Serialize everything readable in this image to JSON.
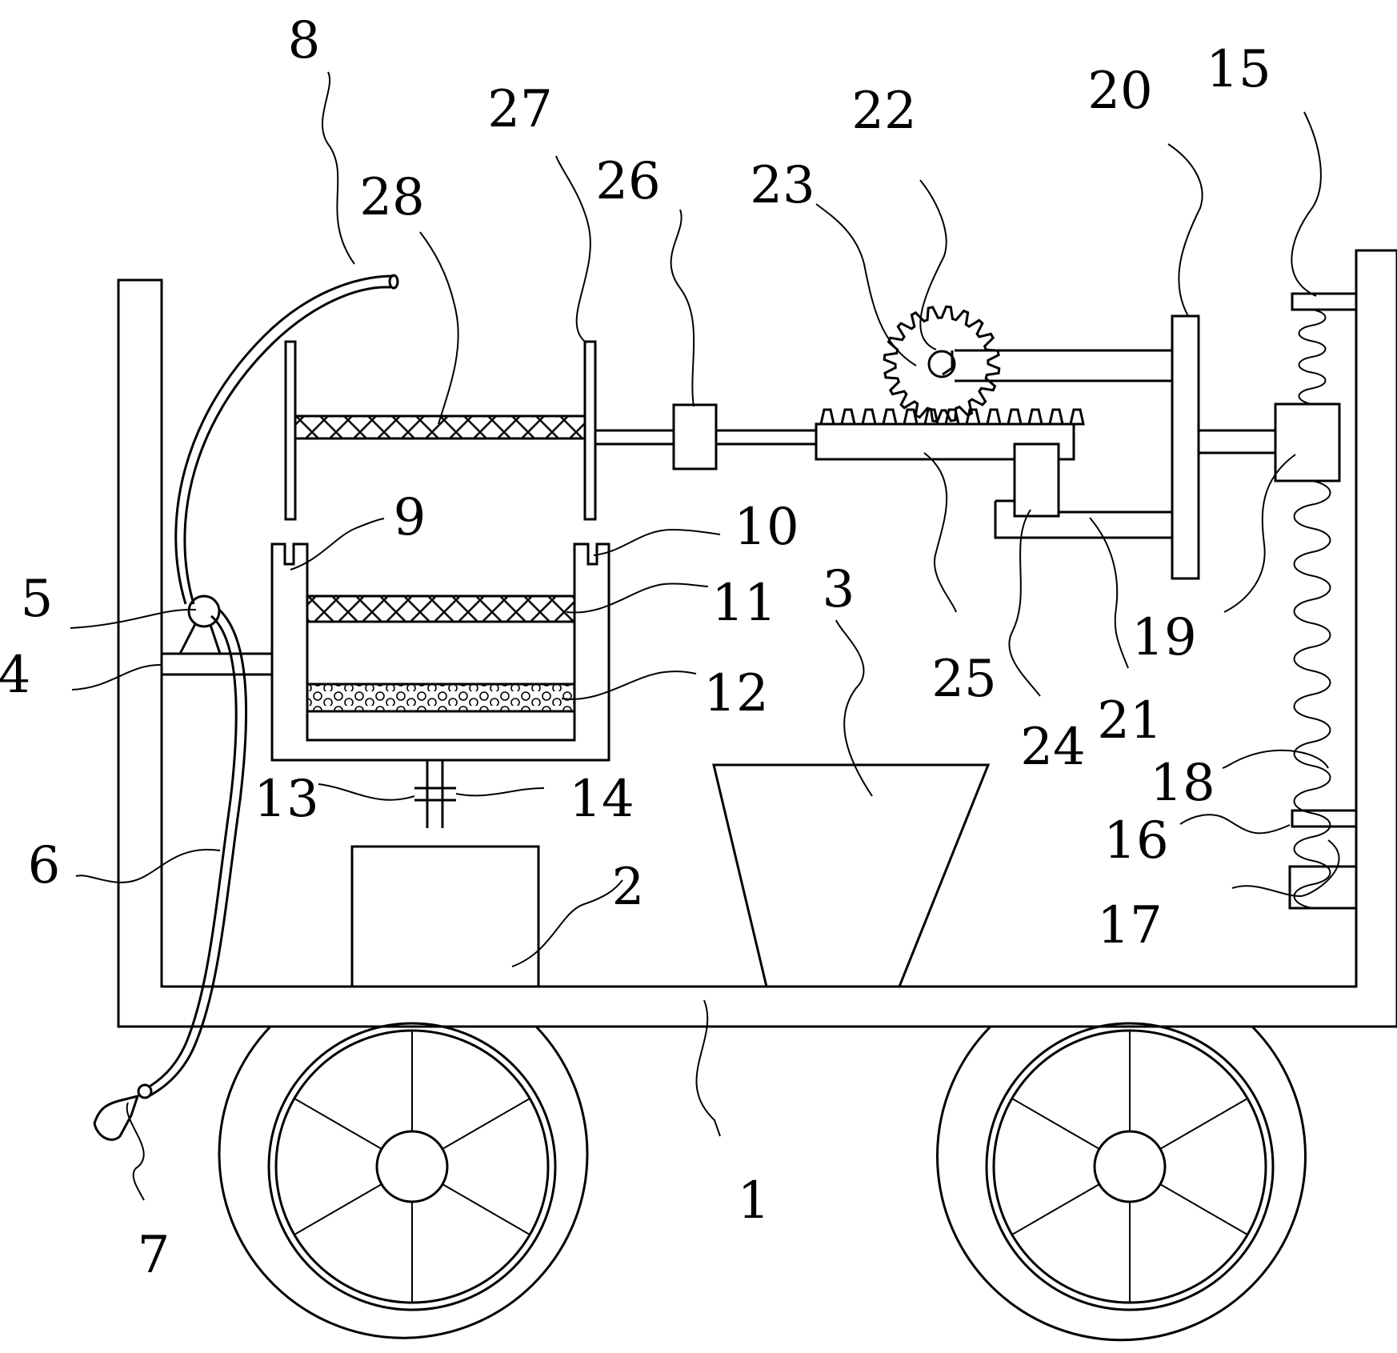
{
  "labels": {
    "l1": "1",
    "l2": "2",
    "l3": "3",
    "l4": "4",
    "l5": "5",
    "l6": "6",
    "l7": "7",
    "l8": "8",
    "l9": "9",
    "l10": "10",
    "l11": "11",
    "l12": "12",
    "l13": "13",
    "l14": "14",
    "l15": "15",
    "l16": "16",
    "l17": "17",
    "l18": "18",
    "l19": "19",
    "l20": "20",
    "l21": "21",
    "l22": "22",
    "l23": "23",
    "l24": "24",
    "l25": "25",
    "l26": "26",
    "l27": "27",
    "l28": "28"
  }
}
